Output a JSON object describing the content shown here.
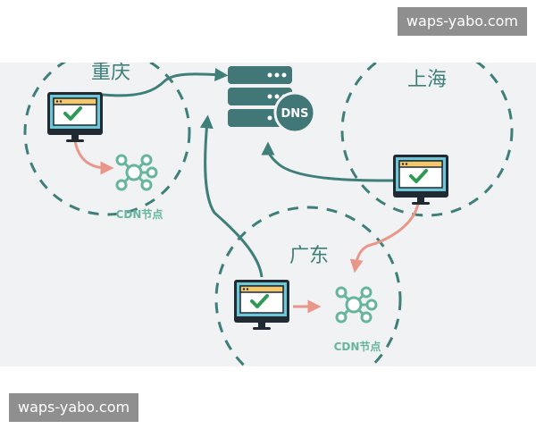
{
  "watermarks": {
    "top": "waps-yabo.com",
    "bottom": "waps-yabo.com"
  },
  "dns": {
    "label": "DNS"
  },
  "regions": {
    "chongqing": {
      "label": "重庆"
    },
    "shanghai": {
      "label": "上海"
    },
    "guangdong": {
      "label": "广东"
    }
  },
  "cdn_labels": {
    "chongqing": "CDN节点",
    "guangdong": "CDN节点"
  },
  "colors": {
    "accent": "#3f7f7a",
    "server": "#417776",
    "cdn": "#67b59f",
    "request_arrow": "#e8978a",
    "monitor_screen": "#6fc6d6",
    "window": "#f3c76a",
    "check": "#2f9a53",
    "background": "#f0f2f3"
  }
}
